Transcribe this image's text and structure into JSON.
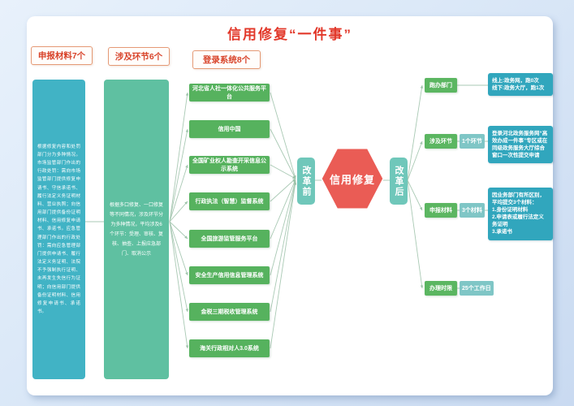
{
  "title": "信用修复“一件事”",
  "column_headers": [
    "申报材料7个",
    "涉及环节6个",
    "登录系统8个"
  ],
  "materials_panel": "根据修复内容和处罚部门分为多种情况。市场监管部门作出的行政处罚：需向市场监管部门提供修复申请书、守信承诺书、履行法定义务证明材料、营业执照；向信用部门提供备份证明材料、信用修复申请书、承诺书。应急管理部门作出的行政处罚：需向应急管理部门提供申请书、履行法定义务证明、法院不予强制执行证明、未再发生失信行为证明；向信用部门提供备份证明材料、信用修复申请书、承诺书。",
  "process_panel": "根据多口修复、一口修复等不同情况，涉及环节分为多种情况，平均涉及6个环节：受理、审核、复核、抽查、上报应急部门、取消公示",
  "systems": [
    "河北省人社一体化公共服务平台",
    "信用中国",
    "全国矿业权人勘查开采信息公示系统",
    "行政执法（智慧）监督系统",
    "全国旅游监管服务平台",
    "安全生产信用信息管理系统",
    "金税三期税收管理系统",
    "海关行政相对人3.0系统"
  ],
  "center": {
    "before": "改革前",
    "hexagon": "信用修复",
    "after": "改革后"
  },
  "branches": [
    {
      "label": "跑办部门",
      "tag": "",
      "detail": "线上:政务网，跑0次\n线下:政务大厅，跑1次"
    },
    {
      "label": "涉及环节",
      "tag": "1个环节",
      "detail": "登录河北政务服务网“高效办成一件事”专区或在同级政务服务大厅综合窗口一次性提交申请"
    },
    {
      "label": "申报材料",
      "tag": "3个材料",
      "detail": "因业务部门有所区别，平均提交3个材料：\n1.身份证明材料\n2.申请表或履行法定义务证明\n3.承诺书"
    },
    {
      "label": "办理时限",
      "tag": "25个工作日",
      "detail": ""
    }
  ],
  "colors": {
    "title_red": "#e2382a",
    "hexagon_red": "#ea5c55",
    "teal_column": "#41b3c5",
    "green_column": "#5fc0a1",
    "system_green": "#56b25e",
    "branch_green": "#5bb661",
    "tag_teal": "#7fc6c6",
    "info_teal": "#31a6bd",
    "reform_teal": "#6fc7ba"
  }
}
